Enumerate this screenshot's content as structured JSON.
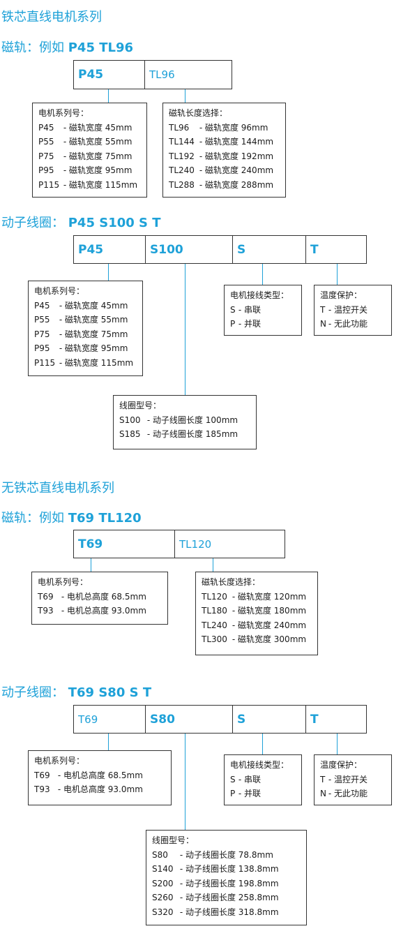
{
  "iron_core": {
    "heading": "铁芯直线电机系列",
    "magnet": {
      "label": "磁轨：例如",
      "example": "P45 TL96",
      "cells": [
        "P45",
        "TL96"
      ],
      "series_box": {
        "title": "电机系列号：",
        "rows": [
          {
            "code": "P45",
            "desc": "- 磁轨宽度 45mm"
          },
          {
            "code": "P55",
            "desc": "- 磁轨宽度 55mm"
          },
          {
            "code": "P75",
            "desc": "- 磁轨宽度 75mm"
          },
          {
            "code": "P95",
            "desc": "- 磁轨宽度 95mm"
          },
          {
            "code": "P115",
            "desc": "- 磁轨宽度 115mm"
          }
        ]
      },
      "length_box": {
        "title": "磁轨长度选择：",
        "rows": [
          {
            "code": "TL96",
            "desc": "- 磁轨宽度 96mm"
          },
          {
            "code": "TL144",
            "desc": "- 磁轨宽度 144mm"
          },
          {
            "code": "TL192",
            "desc": "- 磁轨宽度 192mm"
          },
          {
            "code": "TL240",
            "desc": "- 磁轨宽度 240mm"
          },
          {
            "code": "TL288",
            "desc": "- 磁轨宽度 288mm"
          }
        ]
      }
    },
    "coil": {
      "label": "动子线圈：",
      "example": "P45 S100 S T",
      "cells": [
        "P45",
        "S100",
        "S",
        "T"
      ],
      "series_box": {
        "title": "电机系列号：",
        "rows": [
          {
            "code": "P45",
            "desc": "- 磁轨宽度 45mm"
          },
          {
            "code": "P55",
            "desc": "- 磁轨宽度 55mm"
          },
          {
            "code": "P75",
            "desc": "- 磁轨宽度 75mm"
          },
          {
            "code": "P95",
            "desc": "- 磁轨宽度 95mm"
          },
          {
            "code": "P115",
            "desc": "- 磁轨宽度 115mm"
          }
        ]
      },
      "wiring_box": {
        "title": "电机接线类型：",
        "rows": [
          {
            "code": "S",
            "desc": "- 串联"
          },
          {
            "code": "P",
            "desc": "- 并联"
          }
        ]
      },
      "temp_box": {
        "title": "温度保护：",
        "rows": [
          {
            "code": "T",
            "desc": "- 温控开关"
          },
          {
            "code": "N",
            "desc": "- 无此功能"
          }
        ]
      },
      "coil_box": {
        "title": "线圈型号：",
        "rows": [
          {
            "code": "S100",
            "desc": "- 动子线圈长度 100mm"
          },
          {
            "code": "S185",
            "desc": "- 动子线圈长度 185mm"
          }
        ]
      }
    }
  },
  "ironless": {
    "heading": "无铁芯直线电机系列",
    "magnet": {
      "label": "磁轨：例如",
      "example": "T69 TL120",
      "cells": [
        "T69",
        "TL120"
      ],
      "series_box": {
        "title": "电机系列号：",
        "rows": [
          {
            "code": "T69",
            "desc": "- 电机总高度 68.5mm"
          },
          {
            "code": "T93",
            "desc": "- 电机总高度 93.0mm"
          }
        ]
      },
      "length_box": {
        "title": "磁轨长度选择：",
        "rows": [
          {
            "code": "TL120",
            "desc": "- 磁轨宽度 120mm"
          },
          {
            "code": "TL180",
            "desc": "- 磁轨宽度 180mm"
          },
          {
            "code": "TL240",
            "desc": "- 磁轨宽度 240mm"
          },
          {
            "code": "TL300",
            "desc": "- 磁轨宽度 300mm"
          }
        ]
      }
    },
    "coil": {
      "label": "动子线圈：",
      "example": "T69 S80 S T",
      "cells": [
        "T69",
        "S80",
        "S",
        "T"
      ],
      "series_box": {
        "title": "电机系列号：",
        "rows": [
          {
            "code": "T69",
            "desc": "- 电机总高度 68.5mm"
          },
          {
            "code": "T93",
            "desc": "- 电机总高度 93.0mm"
          }
        ]
      },
      "wiring_box": {
        "title": "电机接线类型：",
        "rows": [
          {
            "code": "S",
            "desc": "- 串联"
          },
          {
            "code": "P",
            "desc": "- 并联"
          }
        ]
      },
      "temp_box": {
        "title": "温度保护：",
        "rows": [
          {
            "code": "T",
            "desc": "- 温控开关"
          },
          {
            "code": "N",
            "desc": "- 无此功能"
          }
        ]
      },
      "coil_box": {
        "title": "线圈型号：",
        "rows": [
          {
            "code": "S80",
            "desc": "- 动子线圈长度 78.8mm"
          },
          {
            "code": "S140",
            "desc": "- 动子线圈长度 138.8mm"
          },
          {
            "code": "S200",
            "desc": "- 动子线圈长度 198.8mm"
          },
          {
            "code": "S260",
            "desc": "- 动子线圈长度 258.8mm"
          },
          {
            "code": "S320",
            "desc": "- 动子线圈长度 318.8mm"
          }
        ]
      }
    }
  },
  "colors": {
    "accent": "#1ea1d8",
    "border": "#333333",
    "text": "#1a1a1a"
  }
}
